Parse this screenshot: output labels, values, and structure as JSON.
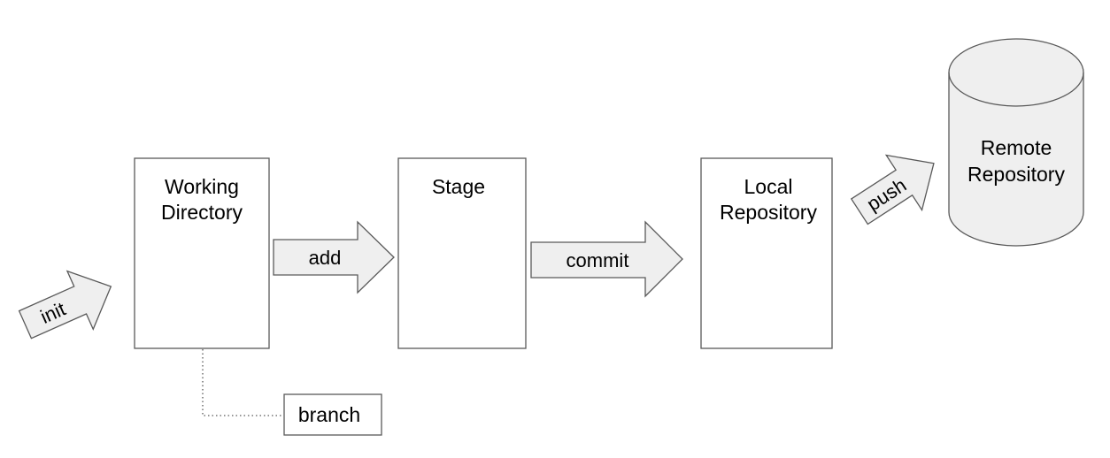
{
  "nodes": {
    "working_directory": {
      "line1": "Working",
      "line2": "Directory"
    },
    "stage": {
      "label": "Stage"
    },
    "local_repository": {
      "line1": "Local",
      "line2": "Repository"
    },
    "remote_repository": {
      "line1": "Remote",
      "line2": "Repository"
    },
    "branch": {
      "label": "branch"
    }
  },
  "arrows": {
    "init": "init",
    "add": "add",
    "commit": "commit",
    "push": "push"
  },
  "colors": {
    "stroke": "#595959",
    "arrow_fill": "#efefef",
    "cylinder_fill": "#efefef",
    "box_fill": "#ffffff",
    "text": "#000000"
  }
}
